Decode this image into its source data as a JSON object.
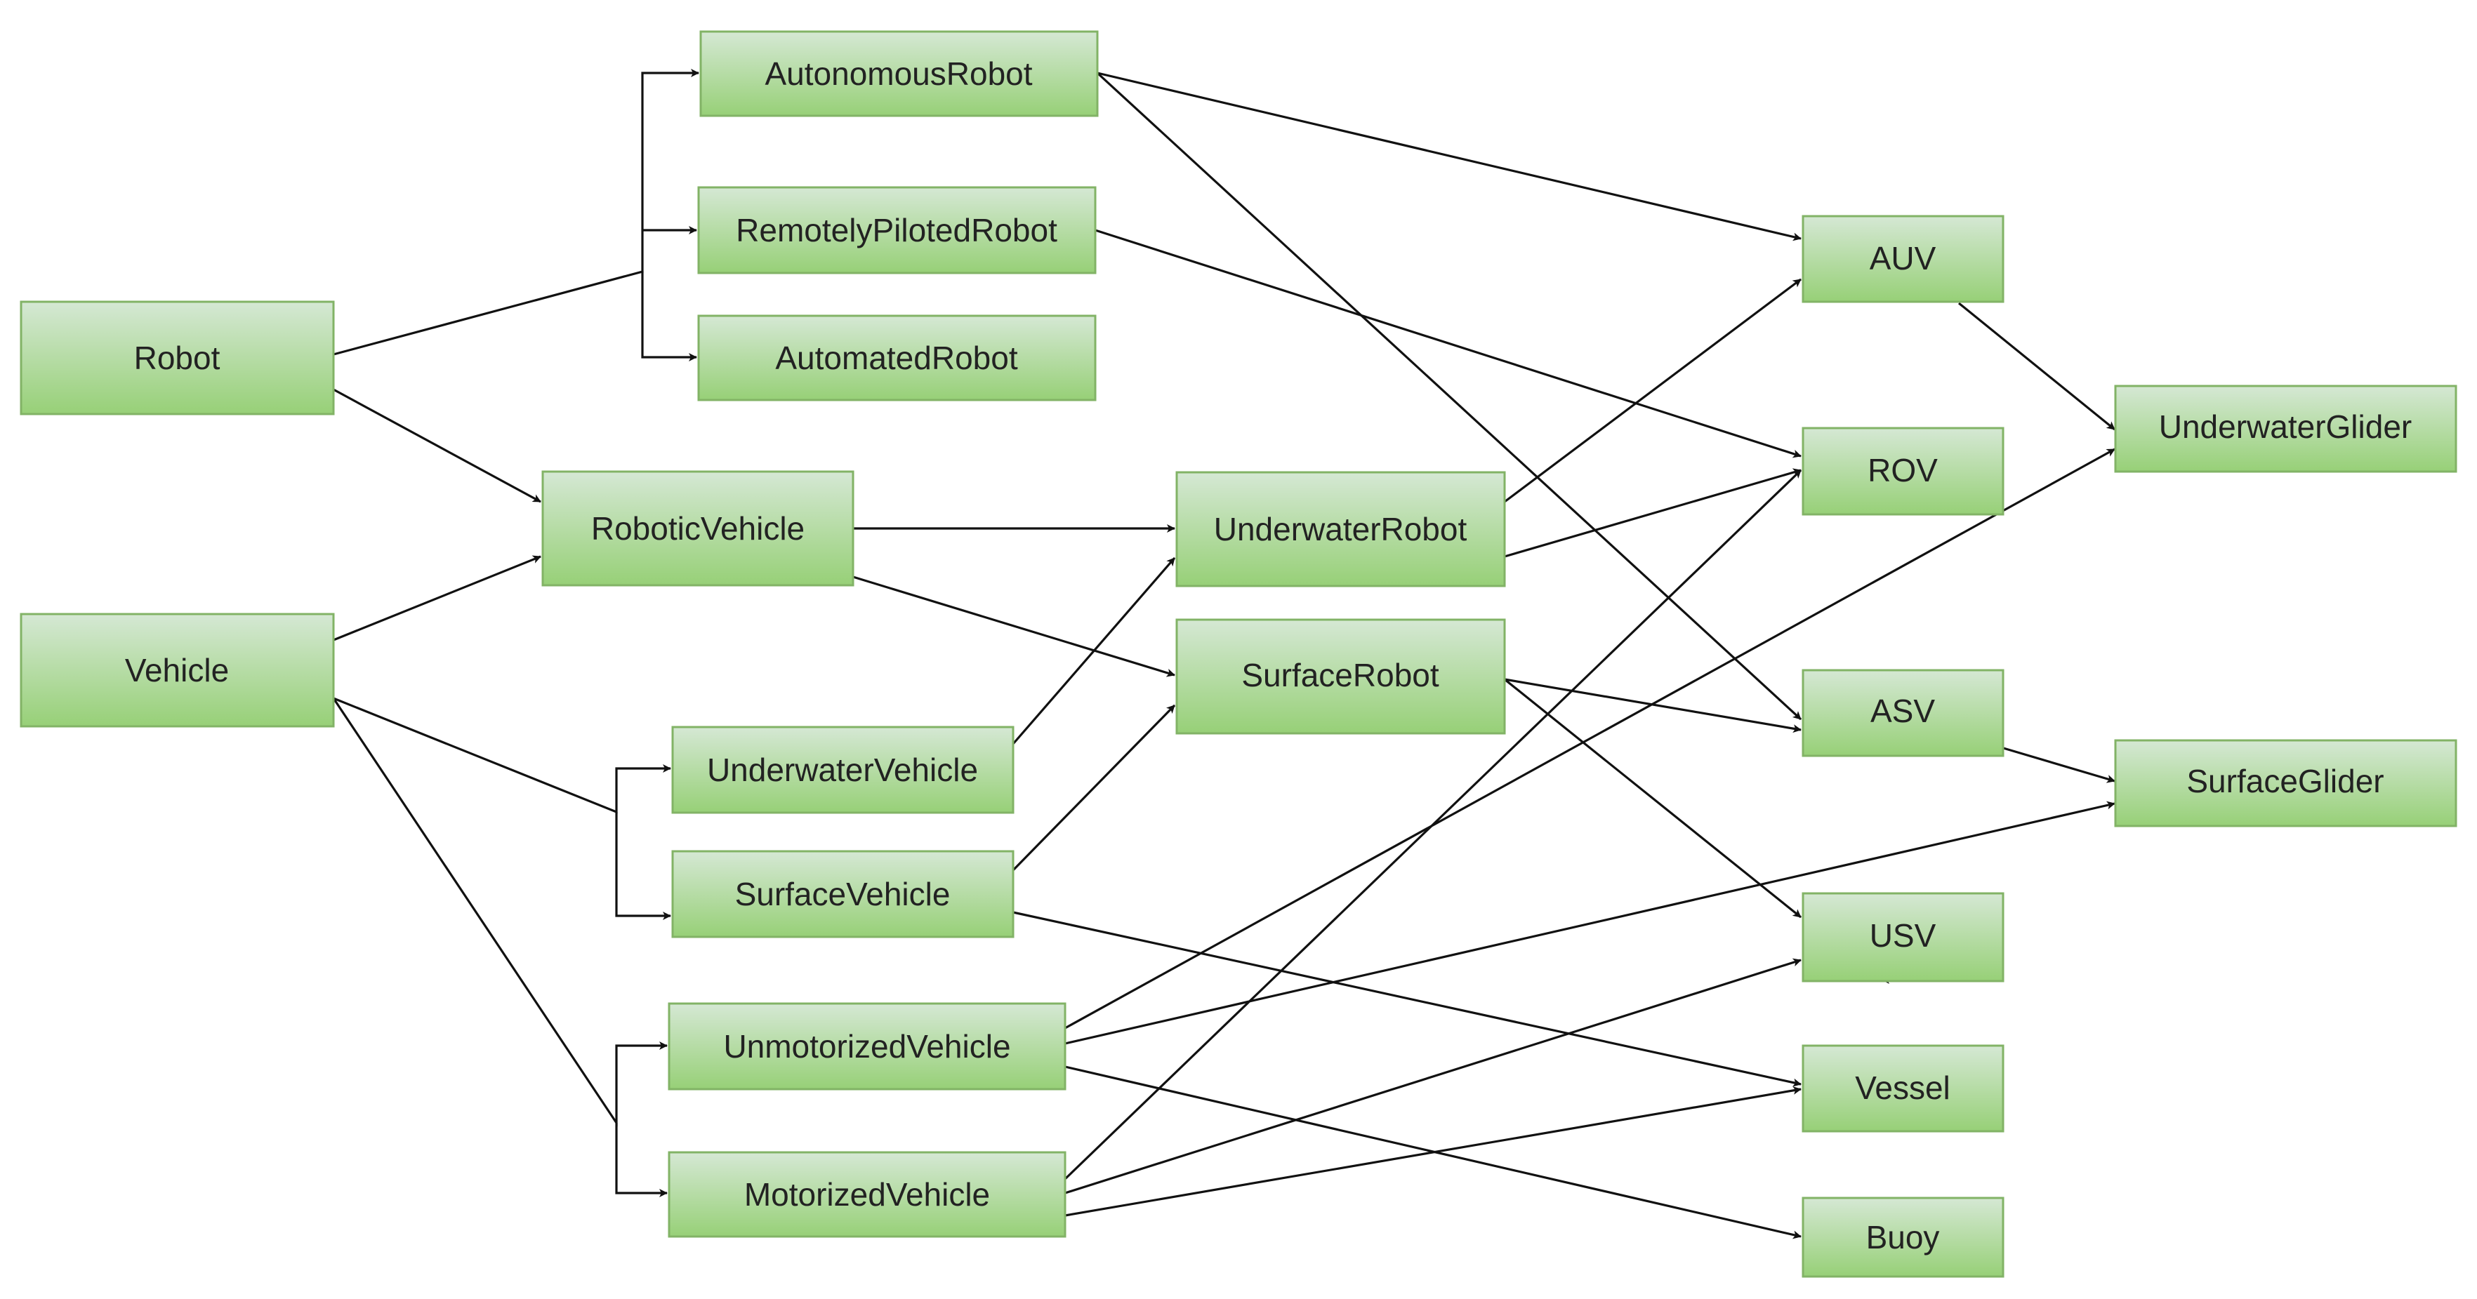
{
  "nodes": {
    "robot": "Robot",
    "vehicle": "Vehicle",
    "autonomous_robot": "AutonomousRobot",
    "remotely_piloted_robot": "RemotelyPilotedRobot",
    "automated_robot": "AutomatedRobot",
    "robotic_vehicle": "RoboticVehicle",
    "underwater_vehicle": "UnderwaterVehicle",
    "surface_vehicle": "SurfaceVehicle",
    "unmotorized_vehicle": "UnmotorizedVehicle",
    "motorized_vehicle": "MotorizedVehicle",
    "underwater_robot": "UnderwaterRobot",
    "surface_robot": "SurfaceRobot",
    "auv": "AUV",
    "rov": "ROV",
    "asv": "ASV",
    "usv": "USV",
    "vessel": "Vessel",
    "buoy": "Buoy",
    "underwater_glider": "UnderwaterGlider",
    "surface_glider": "SurfaceGlider"
  },
  "edges": [
    {
      "from": "robot",
      "to": "autonomous_robot"
    },
    {
      "from": "robot",
      "to": "remotely_piloted_robot"
    },
    {
      "from": "robot",
      "to": "automated_robot"
    },
    {
      "from": "robot",
      "to": "robotic_vehicle"
    },
    {
      "from": "vehicle",
      "to": "robotic_vehicle"
    },
    {
      "from": "vehicle",
      "to": "underwater_vehicle"
    },
    {
      "from": "vehicle",
      "to": "surface_vehicle"
    },
    {
      "from": "vehicle",
      "to": "unmotorized_vehicle"
    },
    {
      "from": "vehicle",
      "to": "motorized_vehicle"
    },
    {
      "from": "robotic_vehicle",
      "to": "underwater_robot"
    },
    {
      "from": "robotic_vehicle",
      "to": "surface_robot"
    },
    {
      "from": "underwater_vehicle",
      "to": "underwater_robot"
    },
    {
      "from": "surface_vehicle",
      "to": "surface_robot"
    },
    {
      "from": "surface_vehicle",
      "to": "vessel"
    },
    {
      "from": "autonomous_robot",
      "to": "auv"
    },
    {
      "from": "autonomous_robot",
      "to": "asv"
    },
    {
      "from": "remotely_piloted_robot",
      "to": "rov"
    },
    {
      "from": "underwater_robot",
      "to": "auv"
    },
    {
      "from": "underwater_robot",
      "to": "rov"
    },
    {
      "from": "surface_robot",
      "to": "asv"
    },
    {
      "from": "surface_robot",
      "to": "usv"
    },
    {
      "from": "unmotorized_vehicle",
      "to": "underwater_glider"
    },
    {
      "from": "unmotorized_vehicle",
      "to": "surface_glider"
    },
    {
      "from": "unmotorized_vehicle",
      "to": "buoy"
    },
    {
      "from": "motorized_vehicle",
      "to": "rov"
    },
    {
      "from": "motorized_vehicle",
      "to": "usv"
    },
    {
      "from": "motorized_vehicle",
      "to": "vessel"
    },
    {
      "from": "auv",
      "to": "underwater_glider"
    },
    {
      "from": "asv",
      "to": "surface_glider"
    }
  ],
  "colors": {
    "node_fill_top": "#d5e8d4",
    "node_fill_bottom": "#97d077",
    "node_border": "#82b366",
    "edge": "#111111",
    "text": "#222222"
  }
}
